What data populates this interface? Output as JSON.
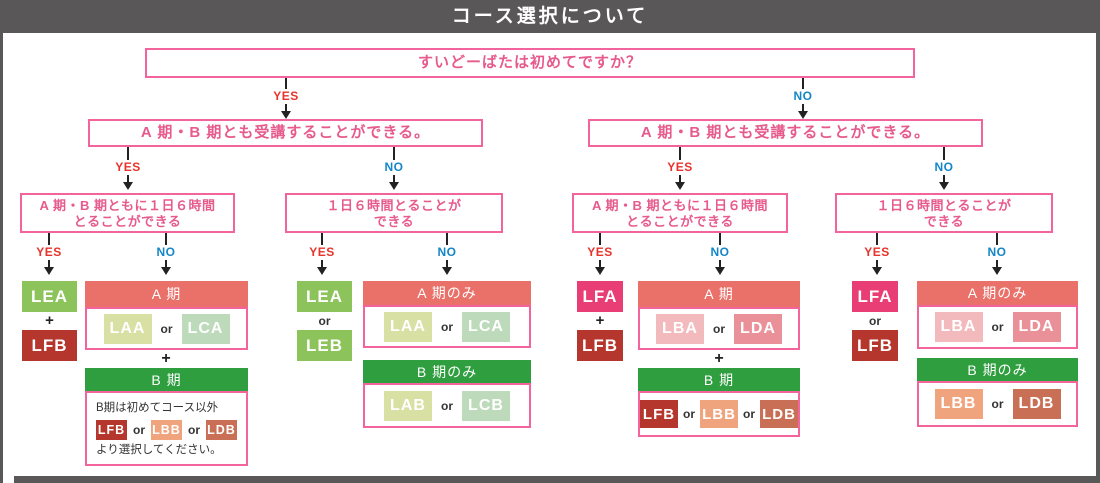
{
  "title": "コース選択について",
  "palette": {
    "frame_gray": "#595757",
    "pink_border": "#F2649B",
    "pink_text": "#E75A8C",
    "yes_red": "#E6342C",
    "no_blue": "#1486C7",
    "lea_green": "#8DC35B",
    "lfb_brick": "#B5362C",
    "lfa_rose": "#E83D75",
    "period_a_coral": "#E9716A",
    "period_b_green": "#2F9E3F",
    "laa_pale_yellow_green": "#D8E0A4",
    "lca_pale_green": "#BDDABB",
    "lba_light_pink": "#F3BABD",
    "lda_mid_pink": "#EA9098",
    "lbb_salmon": "#F0A47E",
    "ldb_terracotta": "#C96F55"
  },
  "labels": {
    "yes": "YES",
    "no": "NO",
    "or": "or",
    "plus": "+"
  },
  "questions": {
    "q1": "すいどーばたは初めてですか？",
    "q2": "A 期・B 期とも受講することができる。",
    "q3a_line1": "A 期・B 期ともに１日６時間",
    "q3a_line2": "とることができる",
    "q3b_line1": "１日６時間とることが",
    "q3b_line2": "できる"
  },
  "headers": {
    "period_a": "A 期",
    "period_a_only": "A 期のみ",
    "period_b": "B 期",
    "period_b_only": "B 期のみ"
  },
  "codes": {
    "lea": "LEA",
    "leb": "LEB",
    "lfa": "LFA",
    "lfb": "LFB",
    "laa": "LAA",
    "lca": "LCA",
    "lab": "LAB",
    "lcb": "LCB",
    "lba": "LBA",
    "lda": "LDA",
    "lbb": "LBB",
    "ldb": "LDB"
  },
  "note": {
    "line1": "B期は初めてコース以外",
    "line3": "より選択してください。"
  }
}
